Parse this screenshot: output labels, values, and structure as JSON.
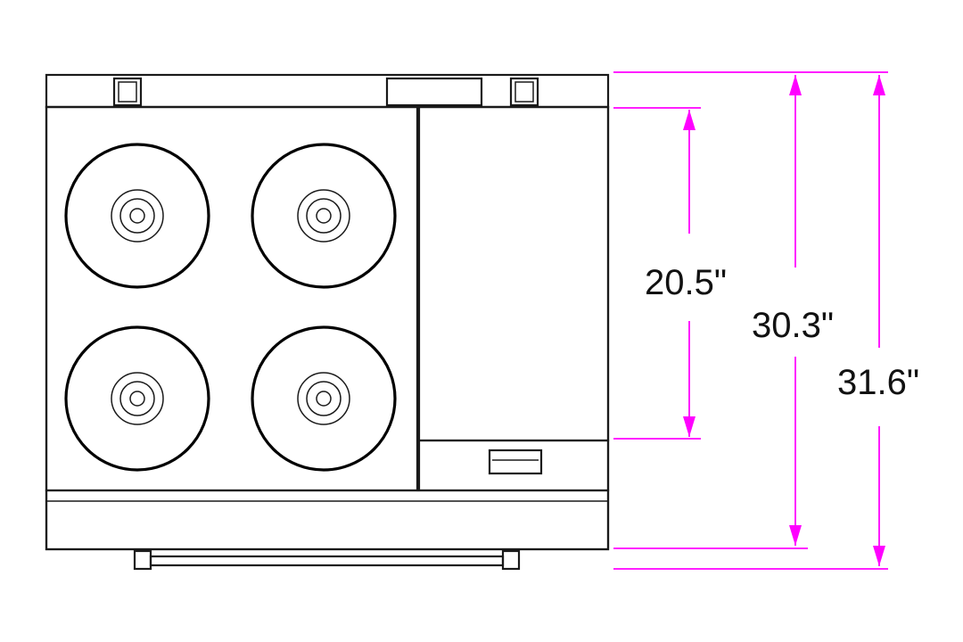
{
  "dimensions": [
    {
      "id": "burner-section-depth",
      "label": "20.5\""
    },
    {
      "id": "body-depth",
      "label": "30.3\""
    },
    {
      "id": "overall-depth",
      "label": "31.6\""
    }
  ],
  "colors": {
    "outline": "#1a1a1a",
    "dimension": "#ff00ff",
    "label": "#111111",
    "background": "#ffffff"
  }
}
